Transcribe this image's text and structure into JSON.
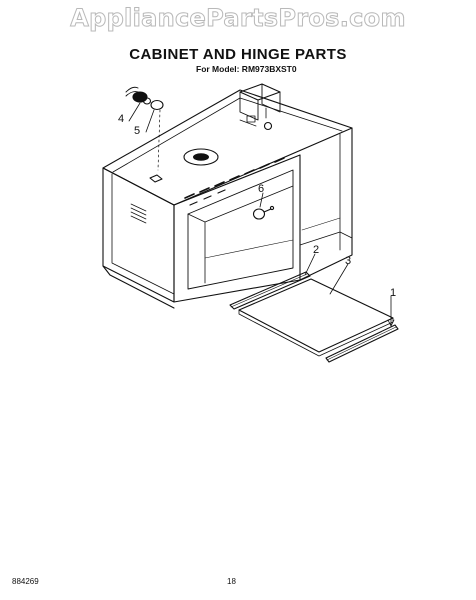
{
  "watermark": "AppliancePartsPros.com",
  "header": {
    "title": "CABINET AND HINGE PARTS",
    "model_line": "For Model: RM973BXST0"
  },
  "callouts": [
    {
      "id": "callout-1",
      "label": "1"
    },
    {
      "id": "callout-2",
      "label": "2"
    },
    {
      "id": "callout-3",
      "label": "3"
    },
    {
      "id": "callout-4",
      "label": "4"
    },
    {
      "id": "callout-5",
      "label": "5"
    },
    {
      "id": "callout-6",
      "label": "6"
    }
  ],
  "footer": {
    "doc_number": "884269",
    "page_number": "18"
  },
  "colors": {
    "ink": "#111111",
    "watermark_outline": "#b9b9b9"
  }
}
